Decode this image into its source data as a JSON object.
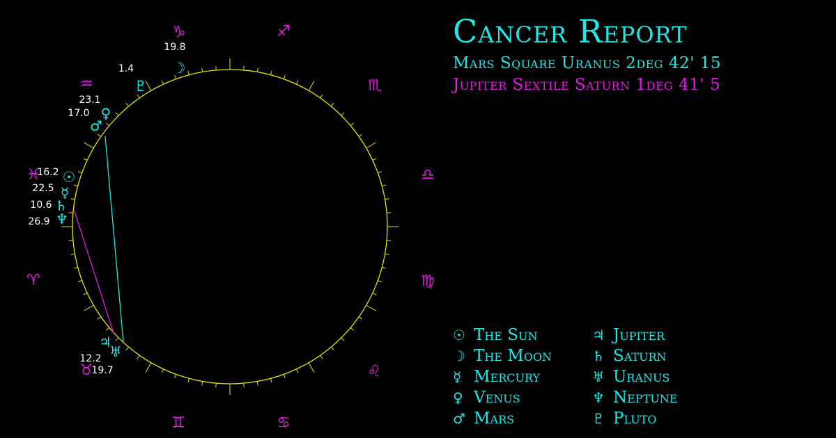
{
  "report": {
    "title": "Cancer Report",
    "aspects": [
      "Mars Square Uranus 2deg 42' 15",
      "Jupiter Sextile Saturn 1deg 41' 5"
    ]
  },
  "colors": {
    "planet": "#1de9e9",
    "sign": "#e619e6",
    "ring": "#e6e600",
    "aspect1": "#1de9e9",
    "aspect2": "#e619e6"
  },
  "signs": [
    {
      "name": "capricorn",
      "glyph": "♑"
    },
    {
      "name": "sagittarius",
      "glyph": "♐"
    },
    {
      "name": "scorpio",
      "glyph": "♏"
    },
    {
      "name": "libra",
      "glyph": "♎"
    },
    {
      "name": "virgo",
      "glyph": "♍"
    },
    {
      "name": "leo",
      "glyph": "♌"
    },
    {
      "name": "cancer",
      "glyph": "♋"
    },
    {
      "name": "gemini",
      "glyph": "♊"
    },
    {
      "name": "taurus",
      "glyph": "♉"
    },
    {
      "name": "aries",
      "glyph": "♈"
    },
    {
      "name": "pisces",
      "glyph": "♓"
    },
    {
      "name": "aquarius",
      "glyph": "♒"
    }
  ],
  "degree_labels": [
    "19.8",
    "1.4",
    "23.1",
    "17.0",
    "16.2",
    "22.5",
    "10.6",
    "26.9",
    "12.2",
    "19.7"
  ],
  "planets_on_wheel": [
    {
      "name": "moon",
      "glyph": "☽"
    },
    {
      "name": "pluto",
      "glyph": "♇"
    },
    {
      "name": "venus",
      "glyph": "♀"
    },
    {
      "name": "mars",
      "glyph": "♂"
    },
    {
      "name": "sun",
      "glyph": "☉"
    },
    {
      "name": "mercury",
      "glyph": "☿"
    },
    {
      "name": "saturn",
      "glyph": "♄"
    },
    {
      "name": "neptune",
      "glyph": "♆"
    },
    {
      "name": "jupiter",
      "glyph": "♃"
    },
    {
      "name": "uranus",
      "glyph": "♅"
    }
  ],
  "legend": [
    {
      "glyph": "☉",
      "label": "The Sun"
    },
    {
      "glyph": "☽",
      "label": "The Moon"
    },
    {
      "glyph": "☿",
      "label": "Mercury"
    },
    {
      "glyph": "♀",
      "label": "Venus"
    },
    {
      "glyph": "♂",
      "label": "Mars"
    },
    {
      "glyph": "♃",
      "label": "Jupiter"
    },
    {
      "glyph": "♄",
      "label": "Saturn"
    },
    {
      "glyph": "♅",
      "label": "Uranus"
    },
    {
      "glyph": "♆",
      "label": "Neptune"
    },
    {
      "glyph": "♇",
      "label": "Pluto"
    }
  ]
}
